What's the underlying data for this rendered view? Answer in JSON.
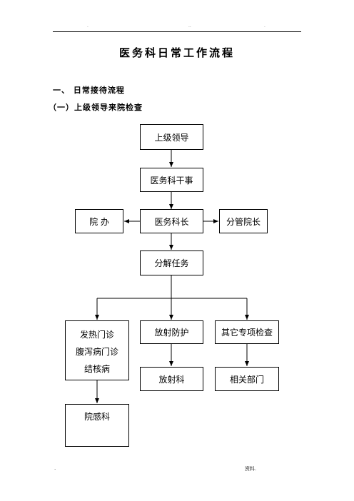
{
  "header": {
    "marks": [
      ".",
      "..",
      "."
    ]
  },
  "title": "医务科日常工作流程",
  "section1": "一、 日常接待流程",
  "subsection1": "（一）上级领导来院检查",
  "flow": {
    "leader": "上级领导",
    "officer": "医务科干事",
    "president_office": "院 办",
    "chief": "医务科长",
    "vice_president": "分管院长",
    "decompose": "分解任务",
    "clinic_lines": [
      "发热门诊",
      "腹泻病门诊",
      "结核病"
    ],
    "radiation_protection": "放射防护",
    "other_checks": "其它专项检查",
    "radiology": "放射科",
    "related_depts": "相关部门",
    "infection_control": "院感科"
  },
  "footer": {
    "left": ".",
    "right": "资料."
  }
}
